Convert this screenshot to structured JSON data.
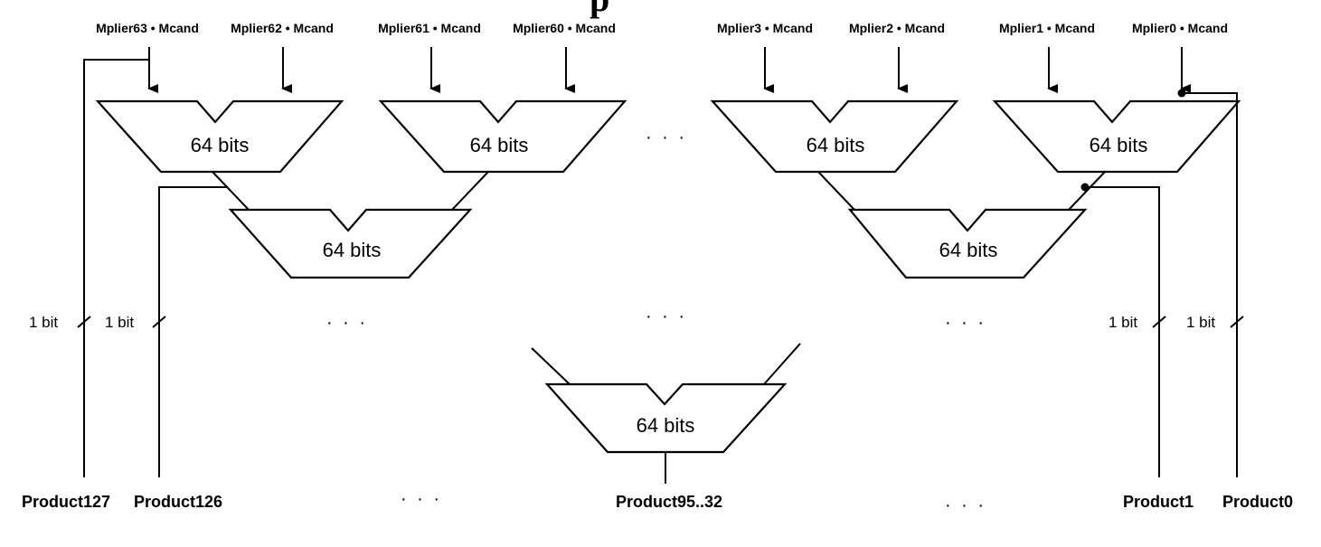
{
  "colors": {
    "ink": "#000000",
    "background": "#ffffff"
  },
  "title_fragment": "p",
  "inputs": [
    "Mplier63 • Mcand",
    "Mplier62 • Mcand",
    "Mplier61 • Mcand",
    "Mplier60 • Mcand",
    "Mplier3 • Mcand",
    "Mplier2 • Mcand",
    "Mplier1 • Mcand",
    "Mplier0 • Mcand"
  ],
  "adders": {
    "top": [
      "64 bits",
      "64 bits",
      "64 bits",
      "64 bits"
    ],
    "mid": [
      "64 bits",
      "64 bits"
    ],
    "bottom": "64 bits"
  },
  "bit_labels": [
    "1 bit",
    "1 bit",
    "1 bit",
    "1 bit"
  ],
  "ellipsis": "· · ·",
  "outputs": {
    "product127": "Product127",
    "product126": "Product126",
    "product_mid": "Product95..32",
    "product1": "Product1",
    "product0": "Product0"
  }
}
